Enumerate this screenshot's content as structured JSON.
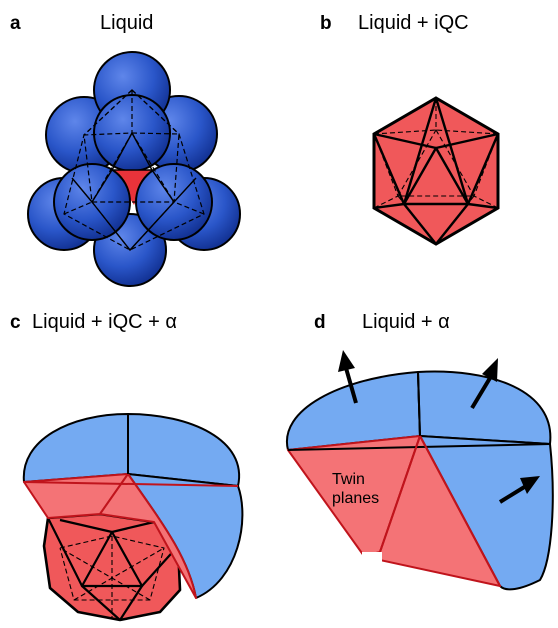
{
  "panels": [
    {
      "letter": "a",
      "title": "Liquid"
    },
    {
      "letter": "b",
      "title": "Liquid + iQC"
    },
    {
      "letter": "c",
      "title": "Liquid + iQC + α"
    },
    {
      "letter": "d",
      "title": "Liquid + α"
    }
  ],
  "annotations": {
    "twin_line1": "Twin",
    "twin_line2": "planes"
  },
  "colors": {
    "sphere_blue": "#2a56c9",
    "sphere_dark": "#0e2b8a",
    "icosahedron_red": "#f0585a",
    "grain_blue": "#74aaf2",
    "twin_red": "#f47376",
    "edge_red": "#c0141c",
    "line": "#000000"
  },
  "icons": [
    "growth-arrow-icon"
  ]
}
